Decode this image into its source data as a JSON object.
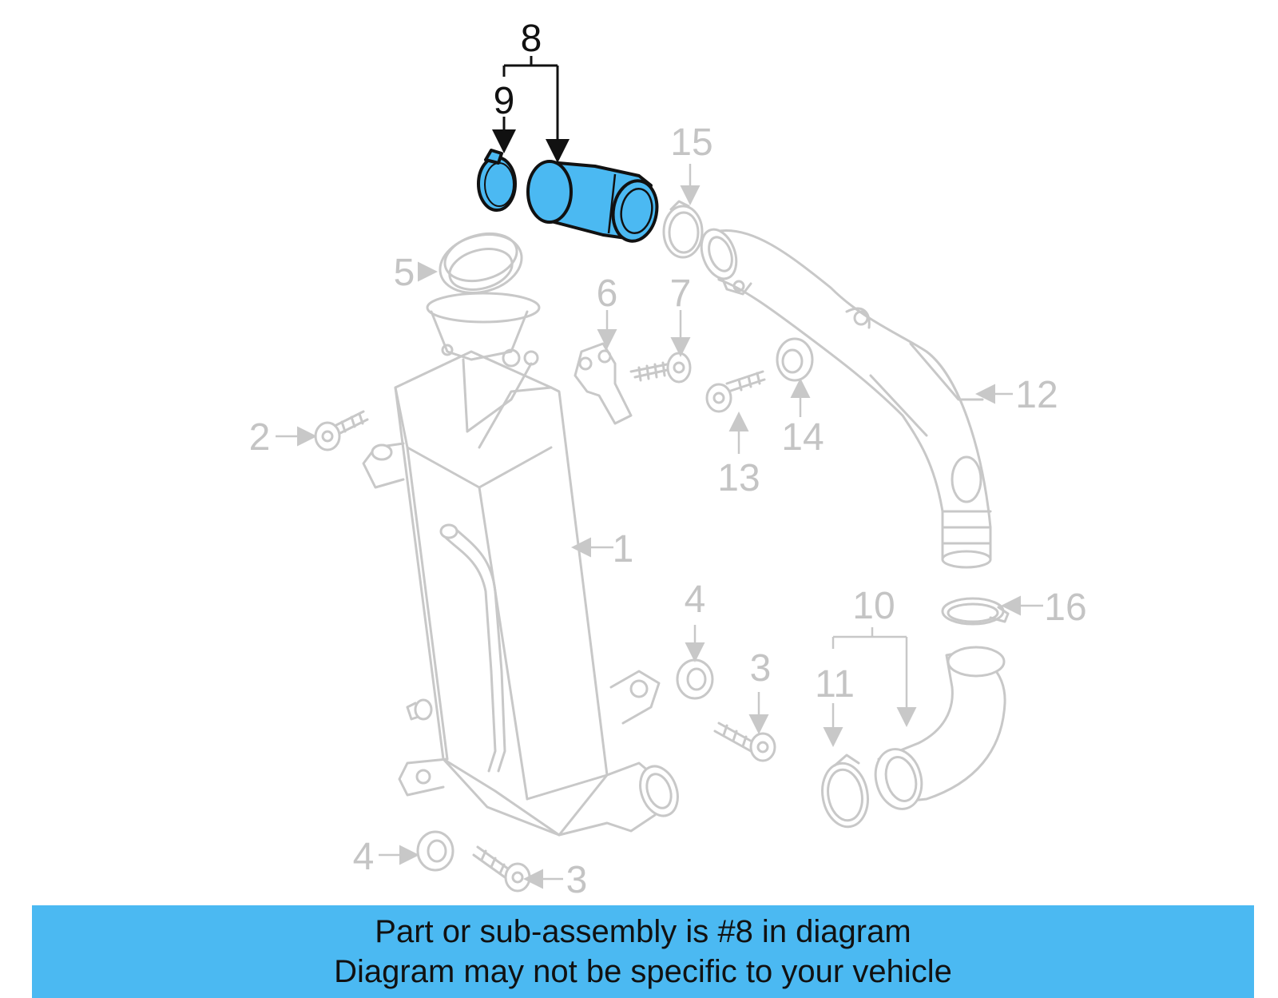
{
  "callouts": {
    "c1": "1",
    "c2": "2",
    "c3a": "3",
    "c3b": "3",
    "c4a": "4",
    "c4b": "4",
    "c5": "5",
    "c6": "6",
    "c7": "7",
    "c8": "8",
    "c9": "9",
    "c10": "10",
    "c11": "11",
    "c12": "12",
    "c13": "13",
    "c14": "14",
    "c15": "15",
    "c16": "16"
  },
  "banner": {
    "line1": "Part or sub-assembly is #8 in diagram",
    "line2": "Diagram may not be specific to your vehicle"
  },
  "colors": {
    "highlight": "#4bb9f2",
    "faded_parts": "#c8c8c8",
    "outline": "#111111"
  }
}
